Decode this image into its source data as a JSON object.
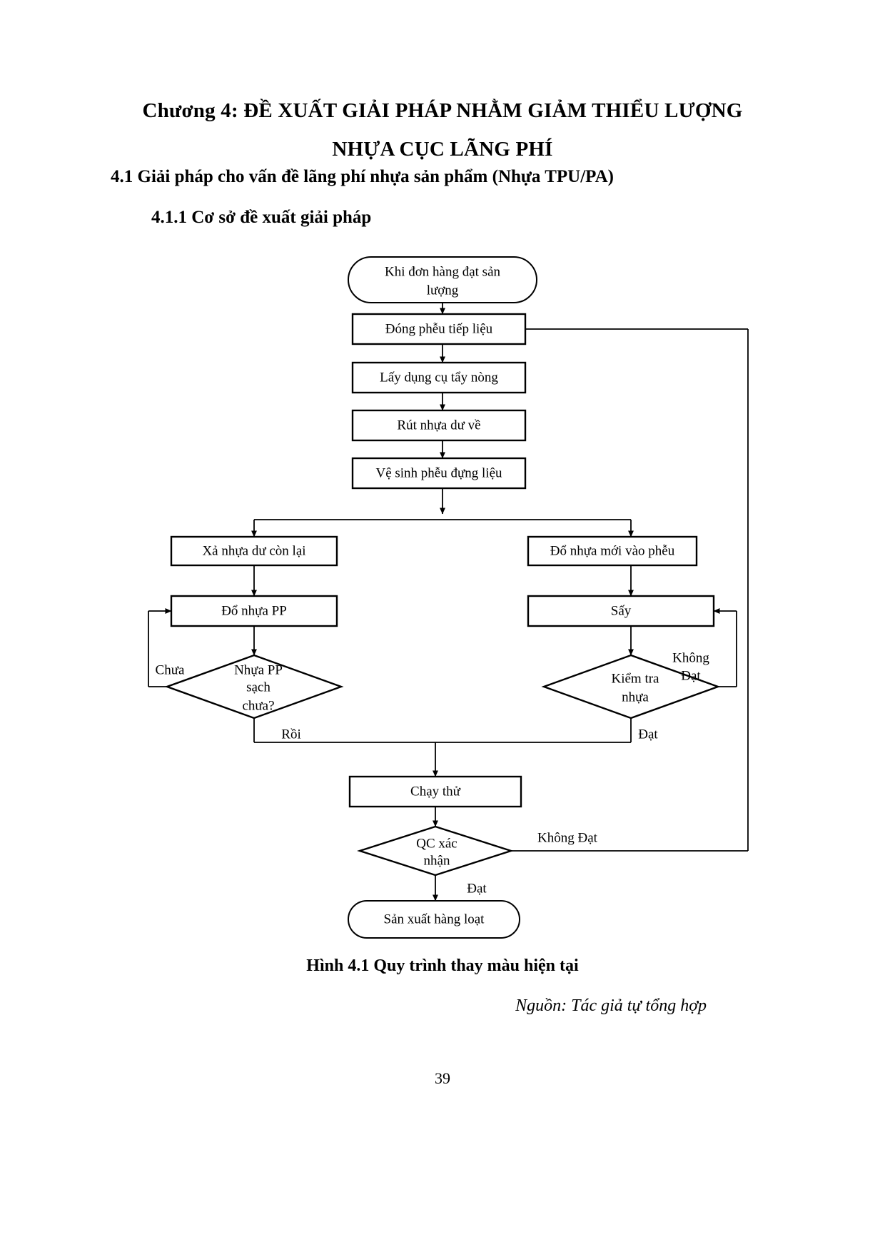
{
  "document": {
    "title_line1": "Chương 4: ĐỀ XUẤT GIẢI PHÁP NHẰM GIẢM THIỂU LƯỢNG",
    "title_line2": "NHỰA CỤC LÃNG PHÍ",
    "section_4_1": "4.1 Giải pháp cho vấn đề lãng phí nhựa sản phẩm (Nhựa TPU/PA)",
    "section_4_1_1": "4.1.1 Cơ sở đề xuất giải pháp",
    "figure_caption": "Hình 4.1 Quy trình thay màu hiện tại",
    "figure_source": "Nguồn: Tác giả tự tổng hợp",
    "page_number": "39"
  },
  "chart_data": {
    "type": "diagram",
    "title": "Hình 4.1 Quy trình thay màu hiện tại",
    "nodes": [
      {
        "id": "start",
        "shape": "stadium",
        "label_line1": "Khi đơn hàng đạt sản",
        "label_line2": "lượng"
      },
      {
        "id": "dong_pheu",
        "shape": "process",
        "label_line1": "Đóng phễu tiếp liệu",
        "label_line2": ""
      },
      {
        "id": "lay_dung_cu",
        "shape": "process",
        "label_line1": "Lấy dụng cụ tẩy nòng",
        "label_line2": ""
      },
      {
        "id": "rut_nhua",
        "shape": "process",
        "label_line1": "Rút nhựa dư về",
        "label_line2": ""
      },
      {
        "id": "ve_sinh",
        "shape": "process",
        "label_line1": "Vệ sinh phễu đựng liệu",
        "label_line2": ""
      },
      {
        "id": "xa_nhua",
        "shape": "process",
        "label_line1": "Xả nhựa dư còn lại",
        "label_line2": ""
      },
      {
        "id": "do_nhua_moi",
        "shape": "process",
        "label_line1": "Đổ nhựa mới vào phễu",
        "label_line2": ""
      },
      {
        "id": "do_nhua_pp",
        "shape": "process",
        "label_line1": "Đổ nhựa PP",
        "label_line2": ""
      },
      {
        "id": "say",
        "shape": "process",
        "label_line1": "Sấy",
        "label_line2": ""
      },
      {
        "id": "nhua_pp_sach",
        "shape": "decision",
        "label_line1": "Nhựa PP",
        "label_line2": "sạch",
        "label_line3": "chưa?"
      },
      {
        "id": "kiem_tra",
        "shape": "decision",
        "label_line1": "Kiểm tra",
        "label_line2": "nhựa",
        "label_line3": ""
      },
      {
        "id": "chay_thu",
        "shape": "process",
        "label_line1": "Chạy thử",
        "label_line2": ""
      },
      {
        "id": "qc_xac_nhan",
        "shape": "decision",
        "label_line1": "QC xác",
        "label_line2": "nhận",
        "label_line3": ""
      },
      {
        "id": "san_xuat",
        "shape": "stadium",
        "label_line1": "Sản xuất hàng loạt",
        "label_line2": ""
      }
    ],
    "edge_labels": {
      "chua": "Chưa",
      "roi": "Rồi",
      "khong_dat_kiemtra_line1": "Không",
      "khong_dat_kiemtra_line2": "Đạt",
      "dat_kiemtra": "Đạt",
      "khong_dat_qc": "Không Đạt",
      "dat_qc": "Đạt"
    },
    "edges": [
      {
        "from": "start",
        "to": "dong_pheu",
        "label": ""
      },
      {
        "from": "dong_pheu",
        "to": "lay_dung_cu",
        "label": ""
      },
      {
        "from": "lay_dung_cu",
        "to": "rut_nhua",
        "label": ""
      },
      {
        "from": "rut_nhua",
        "to": "ve_sinh",
        "label": ""
      },
      {
        "from": "ve_sinh",
        "to": "xa_nhua",
        "label": ""
      },
      {
        "from": "ve_sinh",
        "to": "do_nhua_moi",
        "label": ""
      },
      {
        "from": "xa_nhua",
        "to": "do_nhua_pp",
        "label": ""
      },
      {
        "from": "do_nhua_pp",
        "to": "nhua_pp_sach",
        "label": ""
      },
      {
        "from": "nhua_pp_sach",
        "to": "do_nhua_pp",
        "label": "Chưa"
      },
      {
        "from": "nhua_pp_sach",
        "to": "chay_thu",
        "label": "Rồi"
      },
      {
        "from": "do_nhua_moi",
        "to": "say",
        "label": ""
      },
      {
        "from": "say",
        "to": "kiem_tra",
        "label": ""
      },
      {
        "from": "kiem_tra",
        "to": "say",
        "label": "Không Đạt"
      },
      {
        "from": "kiem_tra",
        "to": "chay_thu",
        "label": "Đạt"
      },
      {
        "from": "chay_thu",
        "to": "qc_xac_nhan",
        "label": ""
      },
      {
        "from": "qc_xac_nhan",
        "to": "dong_pheu",
        "label": "Không Đạt"
      },
      {
        "from": "qc_xac_nhan",
        "to": "san_xuat",
        "label": "Đạt"
      }
    ]
  }
}
